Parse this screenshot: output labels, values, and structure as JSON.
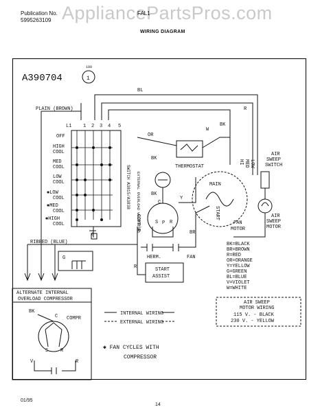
{
  "header": {
    "publication_no_label": "Publication No.",
    "publication_no": "5995263109",
    "model_fragment": "FAL1",
    "watermark": "AppliancePartsPros.com",
    "title": "WIRING DIAGRAM"
  },
  "diagram": {
    "id": "A390704",
    "circle_label_top": "100",
    "circle_number": "1",
    "plain_label": "PLAIN (BROWN)",
    "ribbed_label": "RIBBED (BLUE)",
    "switch_label": "SWITCH A3815/A3838",
    "terminals": [
      "L1",
      "1",
      "2",
      "3",
      "4",
      "5"
    ],
    "switch_positions": [
      "OFF",
      "HIGH",
      "COOL",
      "MED",
      "COOL",
      "LOW",
      "COOL",
      "✱LOW",
      "COOL",
      "✱MED",
      "COOL",
      "✱HIGH",
      "COOL"
    ],
    "wire_bl": "BL",
    "wire_r": "R",
    "wire_w": "W",
    "wire_bk": "BK",
    "wire_or": "OR",
    "wire_bk2": "BK",
    "wire_y": "Y",
    "wire_g": "G",
    "wire_c": "C",
    "wire_s": "S",
    "wire_p": "P",
    "wire_r2": "R",
    "wire_br": "BR",
    "wire_bk3": "BK",
    "thermostat": "THERMOSTAT",
    "overload": "EXTERNAL OVERLOAD WHEN USED",
    "compressor": "COMP'R",
    "herm": "HERM.",
    "fan": "FAN",
    "start_assist": "START\nASSIST",
    "hi": "HI",
    "med": "MED",
    "low": "LOW",
    "main": "MAIN",
    "start": "START",
    "fan_motor": "FAN\nMOTOR",
    "air_sweep_switch": "AIR\nSWEEP\nSWITCH",
    "air_sweep_motor": "AIR\nSWEEP\nMOTOR",
    "color_legend": [
      "BK=BLACK",
      "BR=BROWN",
      "R=RED",
      "OR=ORANGE",
      "Y=YELLOW",
      "G=GREEN",
      "BL=BLUE",
      "V=VIOLET",
      "W=WHITE"
    ],
    "alternate_title": "ALTERNATE   INTERNAL",
    "alternate_title2": "OVERLOAD COMPRESSOR",
    "alt_bk": "BK",
    "alt_c": "C",
    "alt_compr": "COMPR",
    "alt_s": "S",
    "alt_r": "R",
    "alt_v": "V",
    "alt_r2": "R",
    "internal_wiring": "INTERNAL WIRING",
    "external_wiring": "EXTERNAL WIRING",
    "fan_cycles": "✱ FAN CYCLES WITH",
    "fan_cycles2": "COMPRESSOR",
    "air_sweep_title": "AIR SWEEP",
    "air_sweep_sub": "MOTOR WIRING",
    "air_sweep_115": "115 V. - BLACK",
    "air_sweep_230": "230 V. - YELLOW"
  },
  "footer": {
    "date": "01/95",
    "page": "14"
  }
}
